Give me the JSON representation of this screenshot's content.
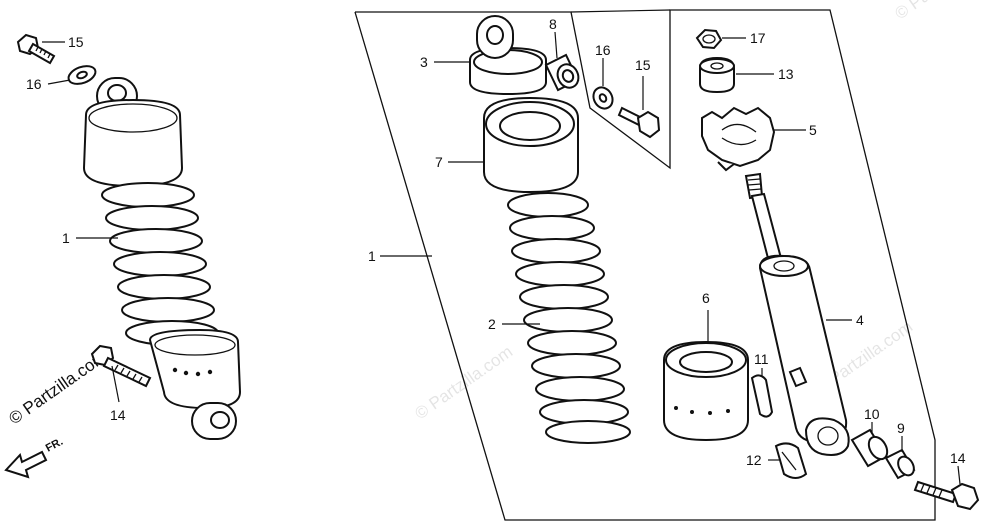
{
  "callouts": {
    "l15": "15",
    "l16": "16",
    "l1": "1",
    "l14": "14",
    "c1": "1",
    "c2": "2",
    "c3": "3",
    "c7": "7",
    "c8": "8",
    "c16": "16",
    "c15": "15",
    "c17": "17",
    "c13": "13",
    "c5": "5",
    "c4": "4",
    "c6": "6",
    "c11": "11",
    "c10": "10",
    "c9": "9",
    "c12": "12",
    "c14": "14"
  },
  "watermarks": {
    "main": "© Partzilla.com",
    "center": "© Partzilla.com",
    "right": "© Partzilla.com",
    "right2": "© Partzilla.com"
  },
  "front_marker": "FR.",
  "colors": {
    "ink": "#111111",
    "paper": "#ffffff"
  }
}
